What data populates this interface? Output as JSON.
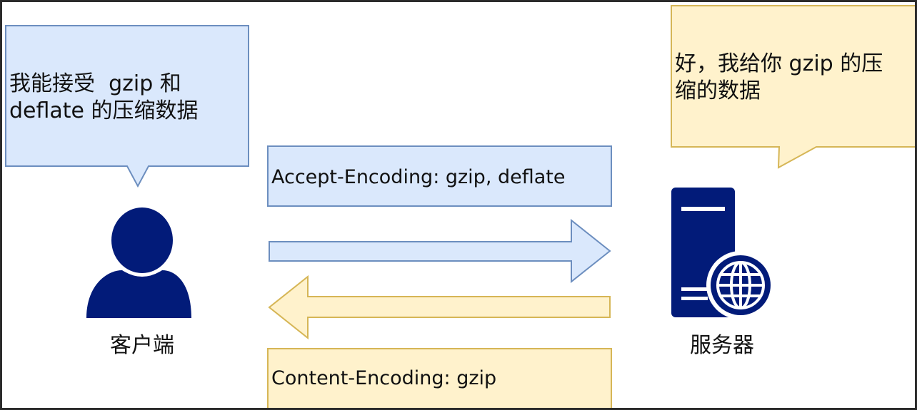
{
  "client": {
    "speech": "我能接受  gzip 和\ndeflate 的压缩数据",
    "label": "客户端"
  },
  "server": {
    "speech": "好，我给你 gzip 的压\n缩的数据",
    "label": "服务器"
  },
  "request": {
    "header": "Accept-Encoding: gzip, deflate"
  },
  "response": {
    "header": "Content-Encoding: gzip"
  },
  "colors": {
    "blue_fill": "#dae8fc",
    "blue_stroke": "#6c8ebf",
    "yellow_fill": "#fff2cc",
    "yellow_stroke": "#d6b656",
    "icon_navy": "#021b79"
  }
}
